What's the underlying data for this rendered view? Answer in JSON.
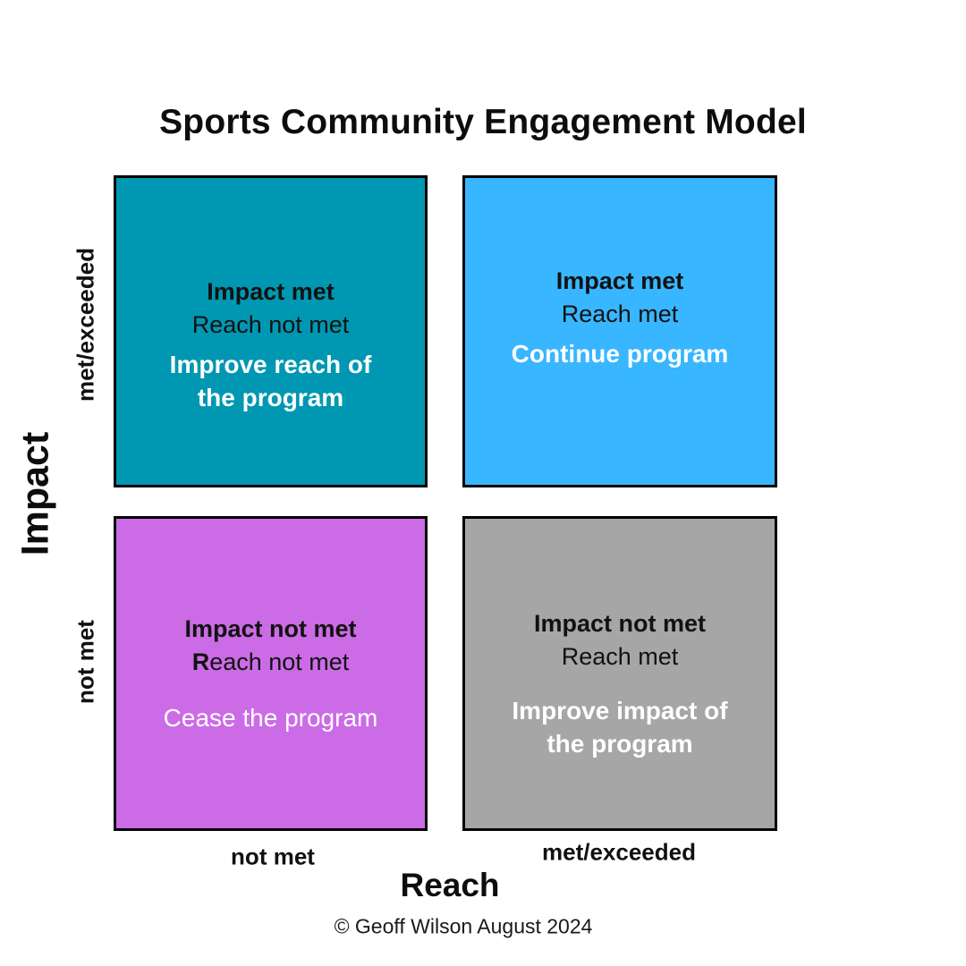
{
  "title": "Sports Community Engagement Model",
  "axes": {
    "y_label": "Impact",
    "y_tick_top": "met/exceeded",
    "y_tick_bottom": "not met",
    "x_label": "Reach",
    "x_tick_left": "not met",
    "x_tick_right": "met/exceeded"
  },
  "quadrants": {
    "top_left": {
      "impact_status": "Impact met",
      "reach_status": "Reach not met",
      "action": "Improve reach of\nthe program",
      "color": "#0097B2"
    },
    "top_right": {
      "impact_status": "Impact met",
      "reach_status": "Reach met",
      "action": "Continue program",
      "color": "#38B6FF"
    },
    "bottom_left": {
      "impact_status": "Impact not met",
      "reach_status_bold_prefix": "R",
      "reach_status_rest": "each not met",
      "action": "Cease the program",
      "color": "#CB6CE6"
    },
    "bottom_right": {
      "impact_status": "Impact not met",
      "reach_status": "Reach met",
      "action": "Improve impact of\nthe program",
      "color": "#A6A6A6"
    }
  },
  "footer": {
    "copyright": "© Geoff Wilson August 2024"
  },
  "colors": {
    "background": "#FFFFFF",
    "border": "#000000",
    "text_dark": "#111111",
    "text_light": "#FFFFFF",
    "quadrant_top_left": "#0097B2",
    "quadrant_top_right": "#38B6FF",
    "quadrant_bottom_left": "#CB6CE6",
    "quadrant_bottom_right": "#A6A6A6"
  }
}
